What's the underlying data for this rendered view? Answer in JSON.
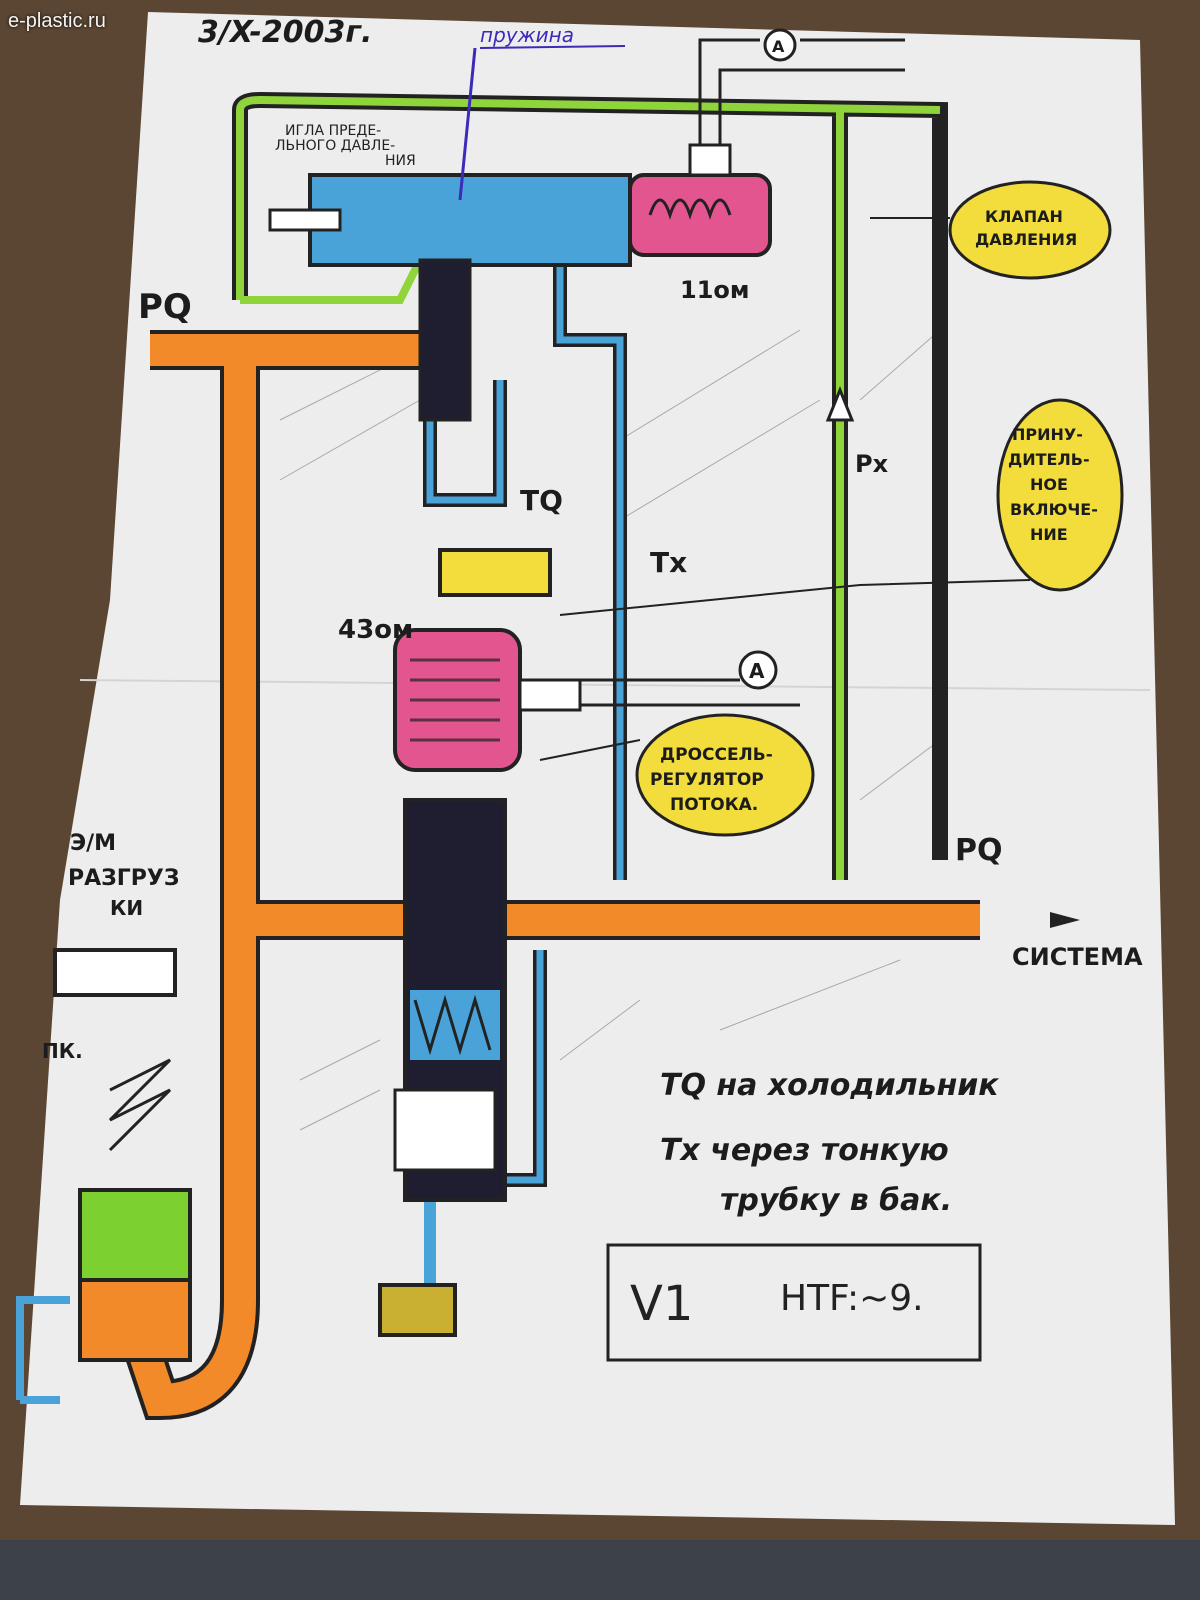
{
  "watermark": "e-plastic.ru",
  "date": "3/X-2003г.",
  "labels": {
    "spring": "пружина",
    "needle_1": "ИГЛА ПРЕДЕ-",
    "needle_2": "ЛЬНОГО ДАВЛЕ-",
    "needle_3": "НИЯ",
    "pressure_valve_1": "КЛАПАН",
    "pressure_valve_2": "ДАВЛЕНИЯ",
    "coil_top_resistance": "11ом",
    "coil_mid_resistance": "43ом",
    "pq_in": "PQ",
    "pq_out": "PQ",
    "px": "Px",
    "tq": "TQ",
    "tx": "Tx",
    "ammeter_top": "A",
    "ammeter_mid": "A",
    "forced_on_1": "ПРИНУ-",
    "forced_on_2": "ДИТЕЛЬ-",
    "forced_on_3": "НОЕ",
    "forced_on_4": "ВКЛЮЧЕ-",
    "forced_on_5": "НИЕ",
    "throttle_1": "ДРОССЕЛЬ-",
    "throttle_2": "РЕГУЛЯТОР",
    "throttle_3": "ПОТОКА.",
    "unload_1": "Э/М",
    "unload_2": "РАЗГРУЗ",
    "unload_3": "КИ",
    "relief": "ПК.",
    "system": "СИСТЕМА"
  },
  "note": {
    "line1": "TQ на холодильник",
    "line2": "Tx через тонкую",
    "line3": "трубку в бак."
  },
  "title_box": {
    "version": "V1",
    "model": "HTF:~9."
  },
  "colors": {
    "orange": "#f28a2a",
    "green": "#8fd43a",
    "blue": "#4aa3d8",
    "pink": "#e2558f",
    "yellow": "#f2dd3c"
  }
}
